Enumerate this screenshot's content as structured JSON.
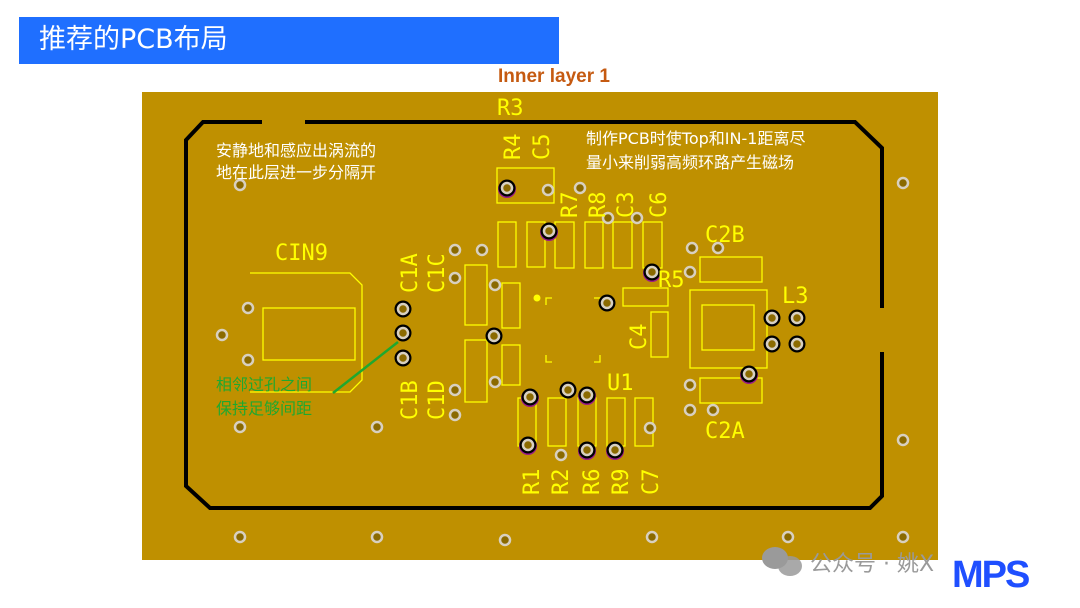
{
  "slide": {
    "title": "推荐的PCB布局",
    "layer_label": "Inner layer 1"
  },
  "pcb": {
    "annotations": {
      "left_line1": "安静地和感应出涡流的",
      "left_line2": "地在此层进一步分隔开",
      "right_line1": "制作PCB时使Top和IN-1距离尽",
      "right_line2": "量小来削弱高频环路产生磁场",
      "green_line1": "相邻过孔之间",
      "green_line2": "保持足够间距"
    },
    "designators": {
      "r3": "R3",
      "r4": "R4",
      "c5": "C5",
      "r7": "R7",
      "r8": "R8",
      "c3": "C3",
      "c6": "C6",
      "c2b": "C2B",
      "r5": "R5",
      "l3": "L3",
      "c4": "C4",
      "u1": "U1",
      "c2a": "C2A",
      "cin9": "CIN9",
      "c1a": "C1A",
      "c1c": "C1C",
      "c1b": "C1B",
      "c1d": "C1D",
      "r1": "R1",
      "r2": "R2",
      "r6": "R6",
      "r9": "R9",
      "c7": "C7"
    },
    "colors": {
      "board": "#BF9000",
      "silk": "#FFFF00",
      "outline": "#000000",
      "note": "#1FA82F"
    }
  },
  "footer": {
    "wechat_label": "公众号 · 姚X",
    "logo": "MPS"
  }
}
